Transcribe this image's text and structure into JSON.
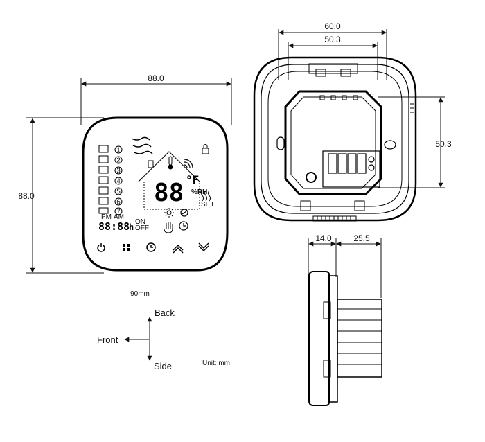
{
  "front_view": {
    "width_dim": "88.0",
    "height_dim": "88.0",
    "caption": "90mm",
    "display": {
      "temp_digits": "88",
      "temp_unit": "°F",
      "humidity": "%RH",
      "set": "SET",
      "clock_digits": "88:88",
      "clock_suffix": "h",
      "pm": "PM",
      "am": "AM",
      "on": "ON",
      "off": "OFF",
      "programs": [
        "1",
        "2",
        "3",
        "4",
        "5",
        "6",
        "7"
      ]
    },
    "buttons": [
      "power-icon",
      "mode-icon",
      "clock-icon",
      "up-icon",
      "down-icon"
    ]
  },
  "back_view": {
    "outer_width_dim": "60.0",
    "inner_width_dim": "50.3",
    "height_dim": "50.3"
  },
  "side_view": {
    "left_dim": "14.0",
    "right_dim": "25.5"
  },
  "legend": {
    "back": "Back",
    "front": "Front",
    "side": "Side",
    "unit": "Unit: mm"
  }
}
